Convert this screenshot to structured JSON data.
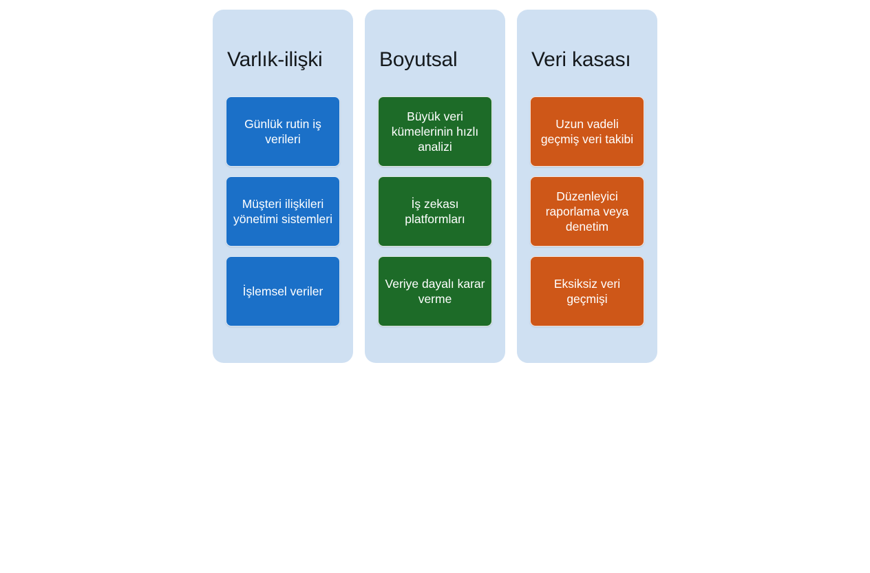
{
  "diagram": {
    "type": "three-column-comparison",
    "background_color": "#ffffff",
    "panel_color": "#cfe0f2",
    "title_color": "#15191c",
    "card_text_color": "#ffffff",
    "columns": [
      {
        "id": "varlik-iliski",
        "title": "Varlık-ilişki",
        "accent_color": "#1b70c8",
        "cards": [
          {
            "label": "Günlük rutin iş verileri"
          },
          {
            "label": "Müşteri ilişkileri yönetimi sistemleri"
          },
          {
            "label": "İşlemsel veriler"
          }
        ]
      },
      {
        "id": "boyutsal",
        "title": "Boyutsal",
        "accent_color": "#1d6b28",
        "cards": [
          {
            "label": "Büyük veri kümelerinin hızlı analizi"
          },
          {
            "label": "İş zekası platformları"
          },
          {
            "label": "Veriye dayalı karar verme"
          }
        ]
      },
      {
        "id": "veri-kasasi",
        "title": "Veri kasası",
        "accent_color": "#ce5718",
        "cards": [
          {
            "label": "Uzun vadeli geçmiş veri takibi"
          },
          {
            "label": "Düzenleyici raporlama veya denetim"
          },
          {
            "label": "Eksiksiz veri geçmişi"
          }
        ]
      }
    ]
  }
}
